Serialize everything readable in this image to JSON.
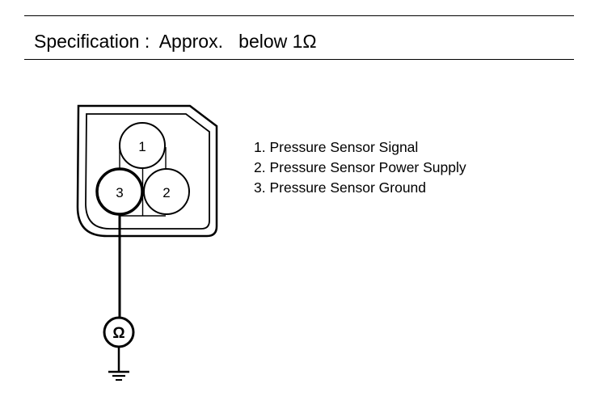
{
  "header": {
    "specification_label": "Specification",
    "separator": ":",
    "approx": "Approx.",
    "value": "below 1Ω"
  },
  "connector": {
    "terminals": [
      "1",
      "2",
      "3"
    ],
    "meter_symbol": "Ω"
  },
  "legend": {
    "items": [
      "1. Pressure Sensor Signal",
      "2. Pressure Sensor Power Supply",
      "3. Pressure Sensor Ground"
    ]
  }
}
